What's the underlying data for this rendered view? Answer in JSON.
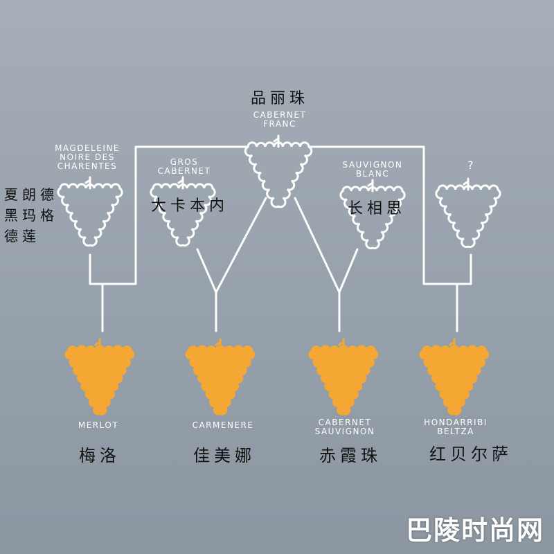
{
  "colors": {
    "background": "#9aa3ad",
    "line": "#ffffff",
    "offspring_grape": "#f5a733",
    "outline": "#ffffff"
  },
  "parents": [
    {
      "id": "cabernet-franc",
      "label": "CABERNET\nFRANC",
      "chinese": "品丽珠"
    },
    {
      "id": "magdeleine",
      "label": "MAGDELEINE\nNOIRE DES\nCHARENTES",
      "chinese": "夏朗德黑玛格德莲"
    },
    {
      "id": "gros-cabernet",
      "label": "GROS\nCABERNET",
      "chinese": "大卡本内"
    },
    {
      "id": "sauvignon-blanc",
      "label": "SAUVIGNON\nBLANC",
      "chinese": "长相思"
    },
    {
      "id": "unknown",
      "label": "?",
      "chinese": ""
    }
  ],
  "offspring": [
    {
      "id": "merlot",
      "label": "MERLOT",
      "chinese": "梅洛"
    },
    {
      "id": "carmenere",
      "label": "CARMENERE",
      "chinese": "佳美娜"
    },
    {
      "id": "cabernet-sauvignon",
      "label": "CABERNET\nSAUVIGNON",
      "chinese": "赤霞珠"
    },
    {
      "id": "hondarribi-beltza",
      "label": "HONDARRIBI\nBELTZA",
      "chinese": "红贝尔萨"
    }
  ],
  "watermark": "巴陵时尚网"
}
